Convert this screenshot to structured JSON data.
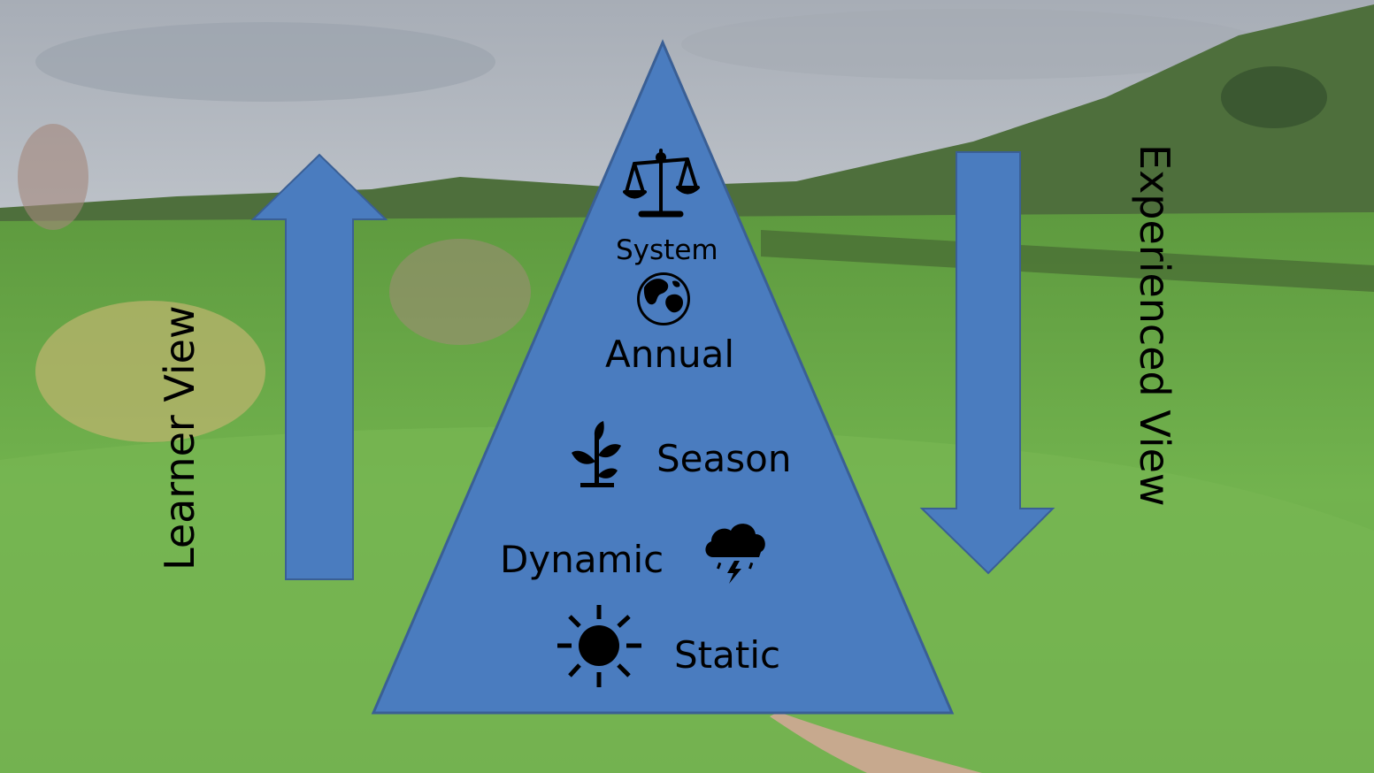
{
  "colors": {
    "pyramid_fill": "#4a7cbf",
    "arrow_fill": "#4a7cbf",
    "outline": "#3a5f95",
    "sky": "#c9cfd6",
    "grass": "#6fae4b"
  },
  "arrows": {
    "learner": {
      "label": "Learner View",
      "direction": "up"
    },
    "experienced": {
      "label": "Experienced View",
      "direction": "down"
    }
  },
  "pyramid": {
    "levels": [
      {
        "label": "System",
        "icon": "scales-icon"
      },
      {
        "label": "Annual",
        "icon": "globe-icon"
      },
      {
        "label": "Season",
        "icon": "sprout-icon"
      },
      {
        "label": "Dynamic",
        "icon": "storm-cloud-icon"
      },
      {
        "label": "Static",
        "icon": "sun-icon"
      }
    ]
  }
}
